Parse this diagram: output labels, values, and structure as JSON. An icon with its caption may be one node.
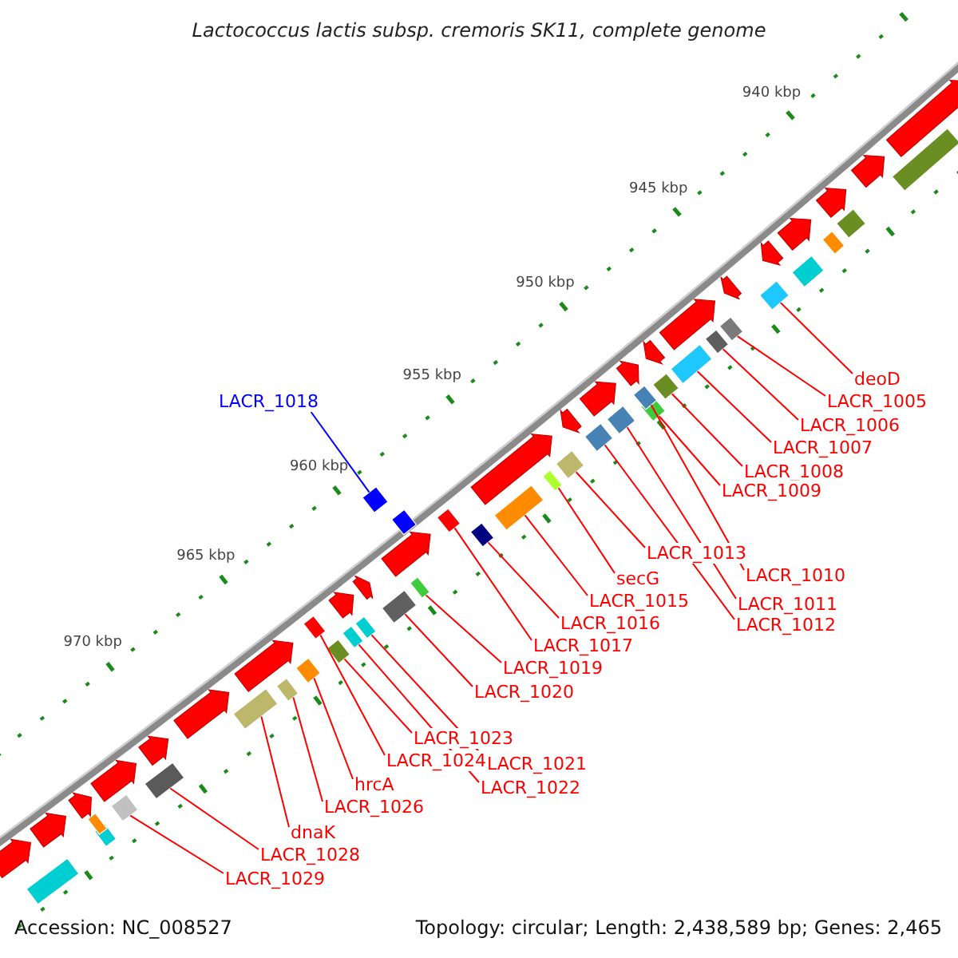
{
  "diagram": {
    "title": "Lactococcus lactis subsp. cremoris SK11, complete genome",
    "nodes": [
      {
        "text": [
          "deoD"
        ]
      },
      {
        "text": [
          "LACR_1005"
        ]
      },
      {
        "text": [
          "LACR_1006"
        ]
      },
      {
        "text": [
          "LACR_1007"
        ]
      },
      {
        "text": [
          "LACR_1008"
        ]
      },
      {
        "text": [
          "LACR_1009"
        ]
      },
      {
        "text": [
          "LACR_1010"
        ]
      },
      {
        "text": [
          "LACR_1011"
        ]
      },
      {
        "text": [
          "LACR_1012"
        ]
      },
      {
        "text": [
          "LACR_1013"
        ]
      },
      {
        "text": [
          "secG"
        ]
      },
      {
        "text": [
          "LACR_1015"
        ]
      },
      {
        "text": [
          "LACR_1016"
        ]
      },
      {
        "text": [
          "LACR_1017"
        ]
      },
      {
        "text": [
          "LACR_1019"
        ]
      },
      {
        "text": [
          "LACR_1020"
        ]
      },
      {
        "text": [
          "LACR_1021"
        ]
      },
      {
        "text": [
          "LACR_1022"
        ]
      },
      {
        "text": [
          "LACR_1023"
        ]
      },
      {
        "text": [
          "LACR_1024"
        ]
      },
      {
        "text": [
          "hrcA"
        ]
      },
      {
        "text": [
          "LACR_1026"
        ]
      },
      {
        "text": [
          "dnaK"
        ]
      },
      {
        "text": [
          "LACR_1028"
        ]
      },
      {
        "text": [
          "LACR_1029"
        ]
      },
      {
        "text": [
          "LACR_1018"
        ]
      },
      {
        "text": [],
        "shape": "bar"
      },
      {
        "text": [],
        "shape": "bar"
      },
      {
        "text": [],
        "shape": "bar"
      },
      {
        "text": [],
        "shape": "bar"
      },
      {
        "text": [],
        "shape": "bar"
      },
      {
        "text": [],
        "shape": "bar"
      },
      {
        "text": [],
        "shape": "bar"
      },
      {
        "text": [],
        "shape": "bar"
      },
      {
        "text": [],
        "shape": "bar"
      },
      {
        "text": [],
        "shape": "bar"
      },
      {
        "text": [],
        "shape": "bar"
      },
      {
        "text": [],
        "shape": "bar"
      },
      {
        "text": [],
        "shape": "bar"
      },
      {
        "text": [],
        "shape": "bar"
      },
      {
        "text": [],
        "shape": "bar"
      },
      {
        "text": [],
        "shape": "bar"
      },
      {
        "text": [],
        "shape": "bar"
      },
      {
        "text": [],
        "shape": "bar"
      },
      {
        "text": [],
        "shape": "bar"
      },
      {
        "text": [],
        "shape": "bar"
      },
      {
        "text": [],
        "shape": "bar"
      },
      {
        "text": [],
        "shape": "bar"
      },
      {
        "text": [],
        "shape": "bar"
      },
      {
        "text": [],
        "shape": "bar"
      },
      {
        "text": [],
        "shape": "bar"
      },
      {
        "text": [],
        "shape": "bar"
      },
      {
        "text": [],
        "shape": "bar"
      },
      {
        "text": [],
        "shape": "bar"
      },
      {
        "text": [],
        "shape": "bar"
      },
      {
        "text": [],
        "shape": "bar"
      },
      {
        "text": [],
        "shape": "bar"
      },
      {
        "text": [],
        "shape": "bar"
      },
      {
        "text": [],
        "shape": "bar"
      },
      {
        "text": [],
        "shape": "bar"
      },
      {
        "text": [],
        "shape": "pentagon"
      },
      {
        "text": [],
        "shape": "pentagon"
      },
      {
        "text": [],
        "shape": "pentagon"
      },
      {
        "text": [],
        "shape": "pentagon"
      },
      {
        "text": [],
        "shape": "pentagon"
      },
      {
        "text": [],
        "shape": "pentagon"
      },
      {
        "text": [],
        "shape": "pentagon"
      },
      {
        "text": [],
        "shape": "pentagon"
      },
      {
        "text": [],
        "shape": "pentagon"
      },
      {
        "text": [],
        "shape": "pentagon"
      },
      {
        "text": [],
        "shape": "pentagon"
      },
      {
        "text": [],
        "shape": "pentagon"
      },
      {
        "text": [],
        "shape": "pentagon"
      },
      {
        "text": [],
        "shape": "pentagon"
      },
      {
        "text": [],
        "shape": "pentagon"
      },
      {
        "text": [],
        "shape": "pentagon"
      },
      {
        "text": [],
        "shape": "pentagon"
      },
      {
        "text": [],
        "shape": "pentagon"
      },
      {
        "text": [],
        "shape": "pentagon"
      },
      {
        "text": [],
        "shape": "pentagon"
      },
      {
        "text": [],
        "shape": "pentagon"
      },
      {
        "text": [],
        "shape": "pentagon"
      }
    ],
    "edges": [
      {
        "from": 0,
        "to": 26,
        "arrow": "none"
      },
      {
        "from": 1,
        "to": 27,
        "arrow": "none"
      },
      {
        "from": 2,
        "to": 28,
        "arrow": "none"
      },
      {
        "from": 3,
        "to": 29,
        "arrow": "none"
      },
      {
        "from": 4,
        "to": 30,
        "arrow": "none"
      },
      {
        "from": 5,
        "to": 31,
        "arrow": "none"
      },
      {
        "from": 6,
        "to": 32,
        "arrow": "none"
      },
      {
        "from": 7,
        "to": 33,
        "arrow": "none"
      },
      {
        "from": 8,
        "to": 34,
        "arrow": "none"
      },
      {
        "from": 9,
        "to": 35,
        "arrow": "none"
      },
      {
        "from": 10,
        "to": 36,
        "arrow": "none"
      },
      {
        "from": 11,
        "to": 37,
        "arrow": "none"
      },
      {
        "from": 12,
        "to": 38,
        "arrow": "none"
      },
      {
        "from": 13,
        "to": 39,
        "arrow": "none"
      },
      {
        "from": 14,
        "to": 40,
        "arrow": "none"
      },
      {
        "from": 15,
        "to": 41,
        "arrow": "none"
      },
      {
        "from": 16,
        "to": 42,
        "arrow": "none"
      },
      {
        "from": 17,
        "to": 43,
        "arrow": "none"
      },
      {
        "from": 18,
        "to": 44,
        "arrow": "none"
      },
      {
        "from": 19,
        "to": 45,
        "arrow": "none"
      },
      {
        "from": 20,
        "to": 46,
        "arrow": "none"
      },
      {
        "from": 21,
        "to": 47,
        "arrow": "none"
      },
      {
        "from": 22,
        "to": 48,
        "arrow": "none"
      },
      {
        "from": 23,
        "to": 49,
        "arrow": "none"
      },
      {
        "from": 24,
        "to": 50,
        "arrow": "none"
      },
      {
        "from": 25,
        "to": 51,
        "arrow": "none",
        "color": "#0000ff"
      }
    ],
    "labels": [
      "940 kbp",
      "945 kbp",
      "950 kbp",
      "955 kbp",
      "960 kbp",
      "965 kbp",
      "970 kbp",
      "Accession: NC_008527",
      "Topology: circular; Length: 2,438,589 bp; Genes: 2,465"
    ]
  }
}
